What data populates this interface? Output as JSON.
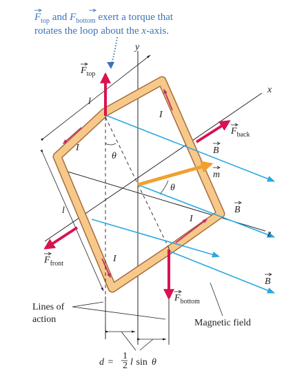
{
  "caption": {
    "line1": {
      "f1": "F",
      "f1_sub": "top",
      "mid": " and ",
      "f2": "F",
      "f2_sub": "bottom",
      "rest": " exert a torque that"
    },
    "line2": {
      "pre": "rotates the loop about the ",
      "axis": "x",
      "post": "-axis."
    }
  },
  "axes": {
    "y": "y",
    "x": "x",
    "z": "z"
  },
  "forces": {
    "top": {
      "symbol": "F",
      "sub": "top"
    },
    "back": {
      "symbol": "F",
      "sub": "back"
    },
    "front": {
      "symbol": "F",
      "sub": "front"
    },
    "bottom": {
      "symbol": "F",
      "sub": "bottom"
    }
  },
  "labels": {
    "side_top": "l",
    "side_left": "l",
    "current_1": "I",
    "current_2": "I",
    "current_3": "I",
    "current_4": "I",
    "theta_1": "θ",
    "theta_2": "θ",
    "b_1": "B",
    "b_2": "B",
    "b_3": "B",
    "m": "m",
    "lines_of_action_1": "Lines of",
    "lines_of_action_2": "action",
    "magnetic_field": "Magnetic field"
  },
  "formula": {
    "d": "d",
    "eq": " = ",
    "num": "1",
    "den": "2",
    "l": "l",
    "sin": " sin",
    "theta": "θ"
  },
  "colors": {
    "caption": "#3a73b8",
    "force": "#d8134f",
    "field": "#2aa8e0",
    "moment": "#f0a030",
    "loop_fill": "#f6c98a",
    "loop_edge": "#a66c3a",
    "current_arrow": "#c0306a"
  }
}
